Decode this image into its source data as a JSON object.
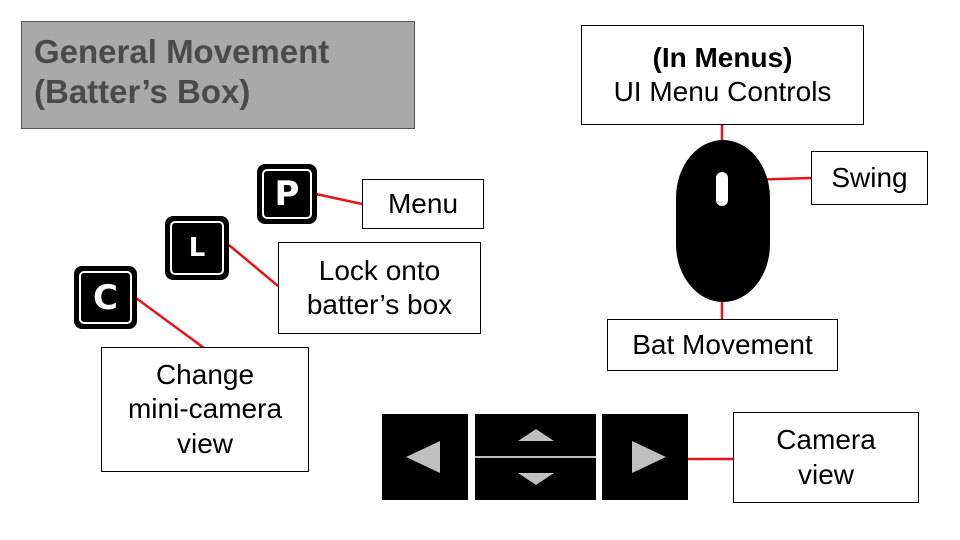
{
  "title": "General Movement\n(Batter’s Box)",
  "keys": {
    "p": {
      "letter": "P",
      "label": "Menu"
    },
    "l": {
      "letter": "L",
      "label": "Lock onto\nbatter’s box"
    },
    "c": {
      "letter": "C",
      "label": "Change\nmini-camera\nview"
    }
  },
  "mouse": {
    "top_label_bold": "(In Menus)",
    "top_label": "UI Menu Controls",
    "right_label": "Swing",
    "bottom_label": "Bat Movement"
  },
  "arrows": {
    "label": "Camera\nview"
  },
  "colors": {
    "connector": "#e8121a",
    "title_bg": "#a9a9a9",
    "title_text": "#4a4a4a",
    "key_bg": "#000000",
    "arrow_glyph": "#bfbfbf"
  }
}
